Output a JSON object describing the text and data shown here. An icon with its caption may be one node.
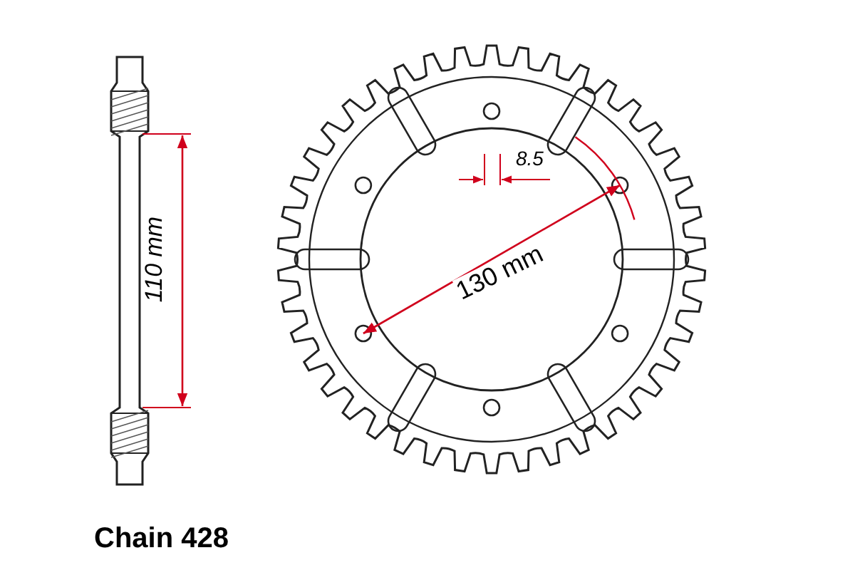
{
  "diagram": {
    "labels": [
      "110 mm",
      "8.5",
      "130 mm",
      "Chain 428"
    ]
  }
}
